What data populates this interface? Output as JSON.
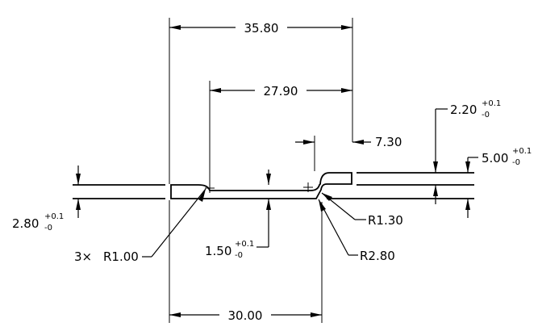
{
  "dimensions": {
    "overall_width": "35.80",
    "inner_width": "27.90",
    "step_offset": "7.30",
    "bottom_width": "30.00",
    "top_thickness": {
      "value": "2.20",
      "upper_tol": "+0.1",
      "lower_tol": "-0"
    },
    "right_height": {
      "value": "5.00",
      "upper_tol": "+0.1",
      "lower_tol": "-0"
    },
    "left_thickness": {
      "value": "2.80",
      "upper_tol": "+0.1",
      "lower_tol": "-0"
    },
    "groove_depth": {
      "value": "1.50",
      "upper_tol": "+0.1",
      "lower_tol": "-0"
    }
  },
  "radii": {
    "fillet_count": "3×",
    "small": "R1.00",
    "medium": "R1.30",
    "large": "R2.80"
  }
}
